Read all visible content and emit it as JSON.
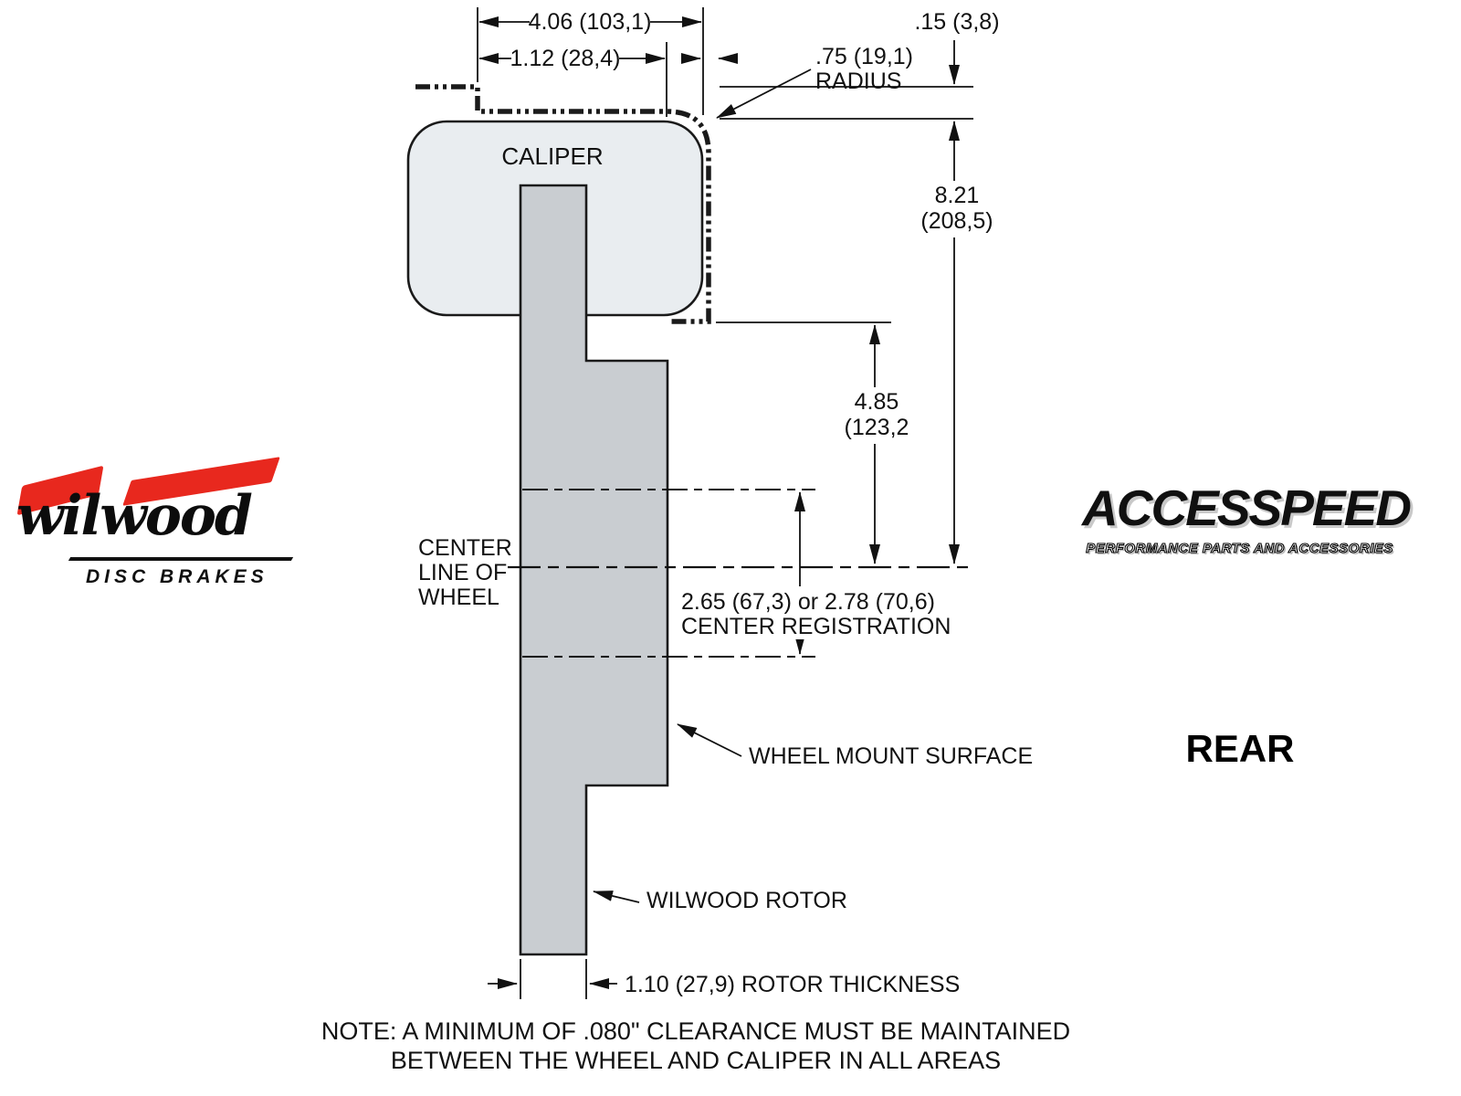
{
  "drawing": {
    "caliper_label": "CALIPER",
    "dim_top_width": "4.06 (103,1)",
    "dim_inner_width": "1.12 (28,4)",
    "dim_gap": ".15 (3,8)",
    "radius_line1": ".75 (19,1)",
    "radius_line2": "RADIUS",
    "dim_height_line1": "8.21",
    "dim_height_line2": "(208,5)",
    "dim_mid_line1": "4.85",
    "dim_mid_line2": "(123,2",
    "centerline_line1": "CENTER",
    "centerline_line2": "LINE OF",
    "centerline_line3": "WHEEL",
    "registration_line1": "2.65 (67,3) or 2.78 (70,6)",
    "registration_line2": "CENTER REGISTRATION",
    "wheel_mount_label": "WHEEL MOUNT SURFACE",
    "rotor_label": "WILWOOD ROTOR",
    "thickness_label": "1.10 (27,9) ROTOR THICKNESS",
    "note_line1": "NOTE: A MINIMUM OF .080\" CLEARANCE MUST BE MAINTAINED",
    "note_line2": "BETWEEN THE WHEEL AND CALIPER IN ALL AREAS"
  },
  "branding": {
    "wilwood_name": "wilwood",
    "wilwood_sub": "DISC BRAKES",
    "accesspeed_name": "ACCESSPEED",
    "accesspeed_sub": "PERFORMANCE PARTS AND ACCESSORIES",
    "position_label": "REAR"
  },
  "colors": {
    "rotor_fill": "#c9cdd1",
    "caliper_fill": "#e9edf0",
    "line": "#111111",
    "wilwood_red": "#e8281e"
  }
}
